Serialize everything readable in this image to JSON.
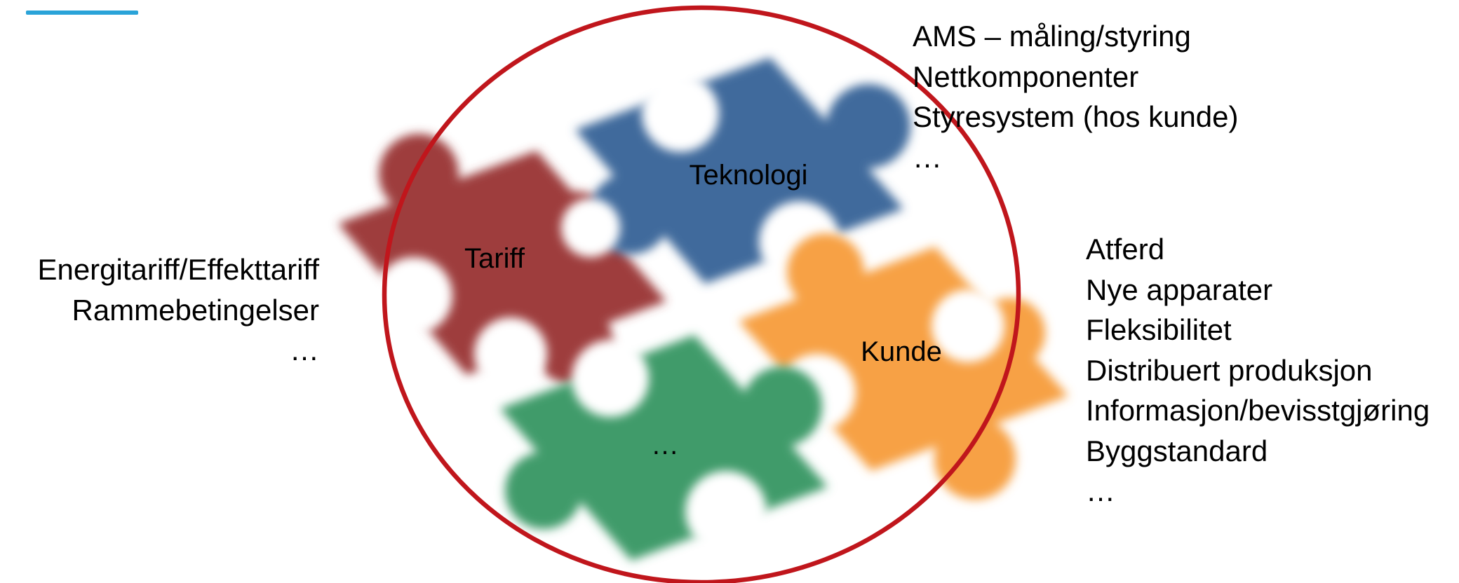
{
  "colors": {
    "accent_bar": "#2aa3d8",
    "ellipse": "#c0161c",
    "tariff": "#9e3d3d",
    "teknologi": "#406b9c",
    "kunde": "#f7a145",
    "unnamed": "#409b6a"
  },
  "pieces": [
    {
      "id": "tariff",
      "label": "Tariff",
      "color_key": "tariff"
    },
    {
      "id": "teknologi",
      "label": "Teknologi",
      "color_key": "teknologi"
    },
    {
      "id": "kunde",
      "label": "Kunde",
      "color_key": "kunde"
    },
    {
      "id": "unnamed",
      "label": "…",
      "color_key": "unnamed"
    }
  ],
  "lists": {
    "teknologi": [
      "AMS – måling/styring",
      "Nettkomponenter",
      "Styresystem (hos kunde)",
      "…"
    ],
    "kunde": [
      "Atferd",
      "Nye apparater",
      "Fleksibilitet",
      "Distribuert produksjon",
      "Informasjon/bevisstgjøring",
      "Byggstandard",
      "…"
    ],
    "tariff": [
      "Energitariff/Effekttariff",
      "Rammebetingelser",
      "…"
    ]
  }
}
